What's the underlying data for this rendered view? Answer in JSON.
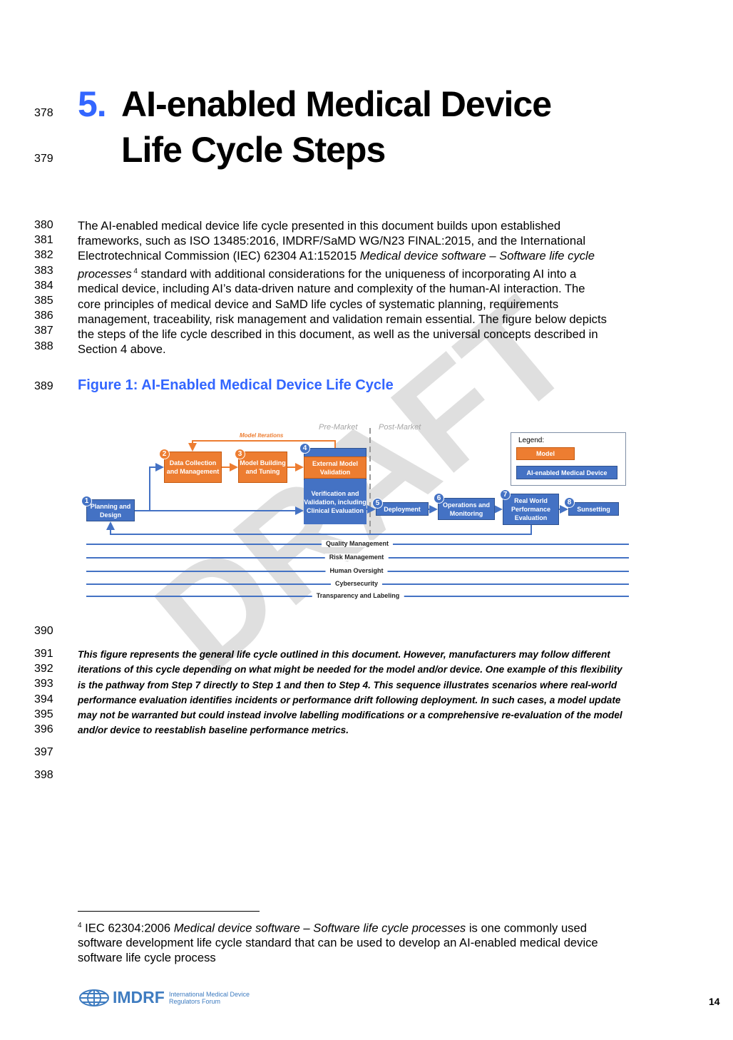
{
  "line_numbers": [
    "378",
    "379",
    "380",
    "381",
    "382",
    "383",
    "384",
    "385",
    "386",
    "387",
    "388",
    "389",
    "390",
    "391",
    "392",
    "393",
    "394",
    "395",
    "396",
    "397",
    "398"
  ],
  "heading": {
    "number": "5.",
    "line1": "AI-enabled Medical Device",
    "line2": "Life Cycle Steps"
  },
  "paragraph": [
    [
      "The AI-enabled medical device life cycle presented in this document builds upon established"
    ],
    [
      "frameworks, such as ISO 13485:2016, IMDRF/SaMD WG/N23 FINAL:2015, and the International"
    ],
    [
      "Electrotechnical Commission (IEC) 62304 A1:152015 ",
      "Medical device software – Software life cycle"
    ],
    [
      "processes",
      " 4",
      " standard with additional considerations for the uniqueness of incorporating AI into a"
    ],
    [
      "medical device, including AI’s data-driven nature and complexity of the human-AI interaction. The"
    ],
    [
      "core principles of medical device and SaMD life cycles of systematic planning, requirements"
    ],
    [
      "management, traceability, risk management and validation remain essential. The figure below depicts"
    ],
    [
      "the steps of the life cycle described in this document, as well as the universal concepts described in"
    ],
    [
      "Section 4 above."
    ]
  ],
  "figure": {
    "title": "Figure 1: AI-Enabled Medical Device Life Cycle",
    "pre_market": "Pre-Market",
    "post_market": "Post-Market",
    "model_iterations": "Model Iterations",
    "legend": {
      "title": "Legend:",
      "model": "Model",
      "device": "AI-enabled Medical Device"
    },
    "steps": [
      {
        "n": "1",
        "label": "Planning and Design"
      },
      {
        "n": "2",
        "label": "Data Collection and Management"
      },
      {
        "n": "3",
        "label": "Model Building and Tuning"
      },
      {
        "n": "4",
        "label": "External Model Validation",
        "label2": "Verification and Validation, including Clinical Evaluation"
      },
      {
        "n": "5",
        "label": "Deployment"
      },
      {
        "n": "6",
        "label": "Operations and Monitoring"
      },
      {
        "n": "7",
        "label": "Real World Performance Evaluation"
      },
      {
        "n": "8",
        "label": "Sunsetting"
      }
    ],
    "concepts": [
      "Quality Management",
      "Risk Management",
      "Human Oversight",
      "Cybersecurity",
      "Transparency and Labeling"
    ],
    "colors": {
      "blue": "#4472c4",
      "orange": "#ed7d31"
    }
  },
  "caption": [
    "This figure represents the general life cycle outlined in this document. However, manufacturers may follow different",
    "iterations of this cycle depending on what might be needed for the model and/or device. One example of this flexibility",
    "is the pathway from Step 7 directly to Step 1 and then to Step 4. This sequence illustrates scenarios where real-world",
    "performance evaluation identifies incidents or performance drift following deployment. In such cases, a model update",
    "may not be warranted but could instead involve labelling modifications or a comprehensive re-evaluation of the model",
    "and/or device to reestablish baseline performance metrics."
  ],
  "footnote": {
    "mark": "4",
    "pre": " IEC 62304:2006 ",
    "italic": "Medical device software – Software life cycle processes",
    "post": " is one commonly used",
    "line2": "software development life cycle standard that can be used to develop an AI-enabled medical device",
    "line3": "software life cycle process"
  },
  "footer": {
    "logo": "IMDRF",
    "org_line1": "International Medical Device",
    "org_line2": "Regulators Forum",
    "page": "14"
  },
  "watermark": "DRAFT",
  "heading_color": "#3366ff"
}
